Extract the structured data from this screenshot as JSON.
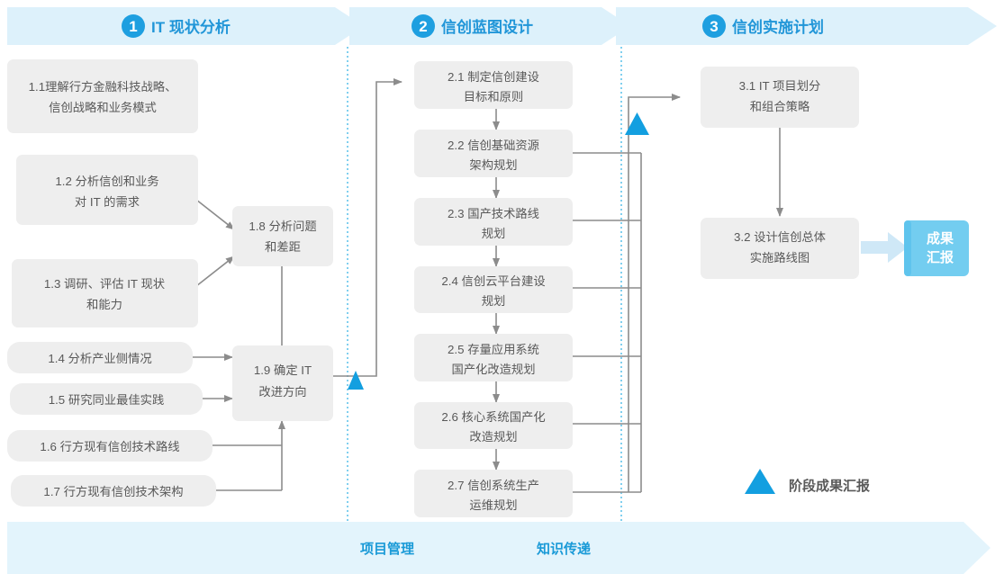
{
  "diagram": {
    "title_bar": {
      "phases": [
        {
          "number": "1",
          "label": "IT 现状分析"
        },
        {
          "number": "2",
          "label": "信创蓝图设计"
        },
        {
          "number": "3",
          "label": "信创实施计划"
        }
      ]
    },
    "phase1_boxes": [
      {
        "id": "b11",
        "text_lines": [
          "1.1理解行方金融科技战略、",
          "信创战略和业务模式"
        ]
      },
      {
        "id": "b12",
        "text_lines": [
          "1.2 分析信创和业务",
          "对 IT 的需求"
        ]
      },
      {
        "id": "b13",
        "text_lines": [
          "1.3 调研、评估 IT 现状",
          "和能力"
        ]
      },
      {
        "id": "b14",
        "text_lines": [
          "1.4 分析产业侧情况"
        ]
      },
      {
        "id": "b15",
        "text_lines": [
          "1.5 研究同业最佳实践"
        ]
      },
      {
        "id": "b16",
        "text_lines": [
          "1.6 行方现有信创技术路线"
        ]
      },
      {
        "id": "b17",
        "text_lines": [
          "1.7 行方现有信创技术架构"
        ]
      },
      {
        "id": "b18",
        "text_lines": [
          "1.8 分析问题",
          "和差距"
        ]
      },
      {
        "id": "b19",
        "text_lines": [
          "1.9 确定 IT",
          "改进方向"
        ]
      }
    ],
    "phase2_boxes": [
      {
        "id": "b21",
        "text_lines": [
          "2.1 制定信创建设",
          "目标和原则"
        ]
      },
      {
        "id": "b22",
        "text_lines": [
          "2.2 信创基础资源",
          "架构规划"
        ]
      },
      {
        "id": "b23",
        "text_lines": [
          "2.3 国产技术路线",
          "规划"
        ]
      },
      {
        "id": "b24",
        "text_lines": [
          "2.4 信创云平台建设",
          "规划"
        ]
      },
      {
        "id": "b25",
        "text_lines": [
          "2.5 存量应用系统",
          "国产化改造规划"
        ]
      },
      {
        "id": "b26",
        "text_lines": [
          "2.6 核心系统国产化",
          "改造规划"
        ]
      },
      {
        "id": "b27",
        "text_lines": [
          "2.7 信创系统生产",
          "运维规划"
        ]
      }
    ],
    "phase3_boxes": [
      {
        "id": "b31",
        "text_lines": [
          "3.1 IT 项目划分",
          "和组合策略"
        ]
      },
      {
        "id": "b32",
        "text_lines": [
          "3.2 设计信创总体",
          "实施路线图"
        ]
      }
    ],
    "result_badge": {
      "text_lines": [
        "成果",
        "汇报"
      ]
    },
    "legend": {
      "marker": "triangle-up-icon",
      "label": "阶段成果汇报"
    },
    "footer": {
      "labels": [
        "项目管理",
        "知识传递"
      ]
    },
    "colors": {
      "header_band": "#ddf1fb",
      "header_accent": "#1a9ad7",
      "circle": "#1e9fe0",
      "box_fill": "#eeeeee",
      "box_text": "#595959",
      "connector": "#8c8c8c",
      "triangle": "#139fe0",
      "result_badge": "#73cdf0",
      "result_arrow": "#cfe8f7",
      "footer_band": "#e3f4fc",
      "divider": "#4bbbe8"
    }
  }
}
